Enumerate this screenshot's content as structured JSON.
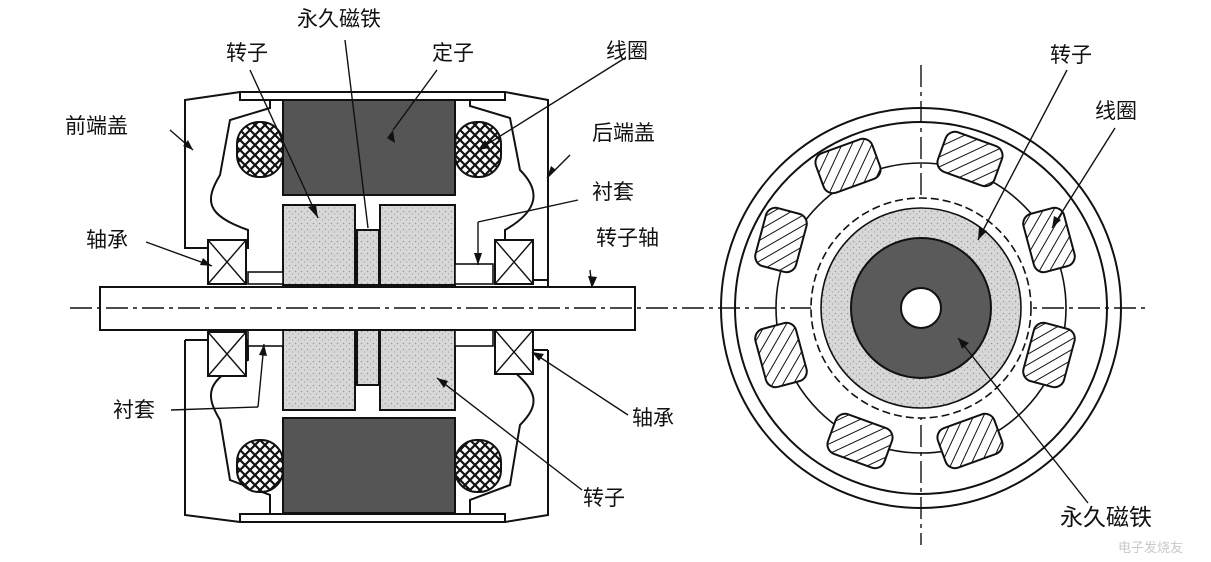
{
  "left_view": {
    "labels": {
      "rotor_top": "转子",
      "magnet_top": "永久磁铁",
      "stator": "定子",
      "coil": "线圈",
      "front_cover": "前端盖",
      "rear_cover": "后端盖",
      "bushing_right": "衬套",
      "bearing_left": "轴承",
      "shaft": "转子轴",
      "bushing_left": "衬套",
      "bearing_right": "轴承",
      "rotor_bottom": "转子"
    }
  },
  "right_view": {
    "labels": {
      "rotor": "转子",
      "coil": "线圈",
      "magnet": "永久磁铁"
    }
  },
  "watermark": "电子发烧友",
  "colors": {
    "line": "#111111",
    "stator_fill": "#555555",
    "rotor_fill": "#d6d6d6",
    "magnet_fill": "#5a5a5a",
    "background": "#ffffff"
  }
}
